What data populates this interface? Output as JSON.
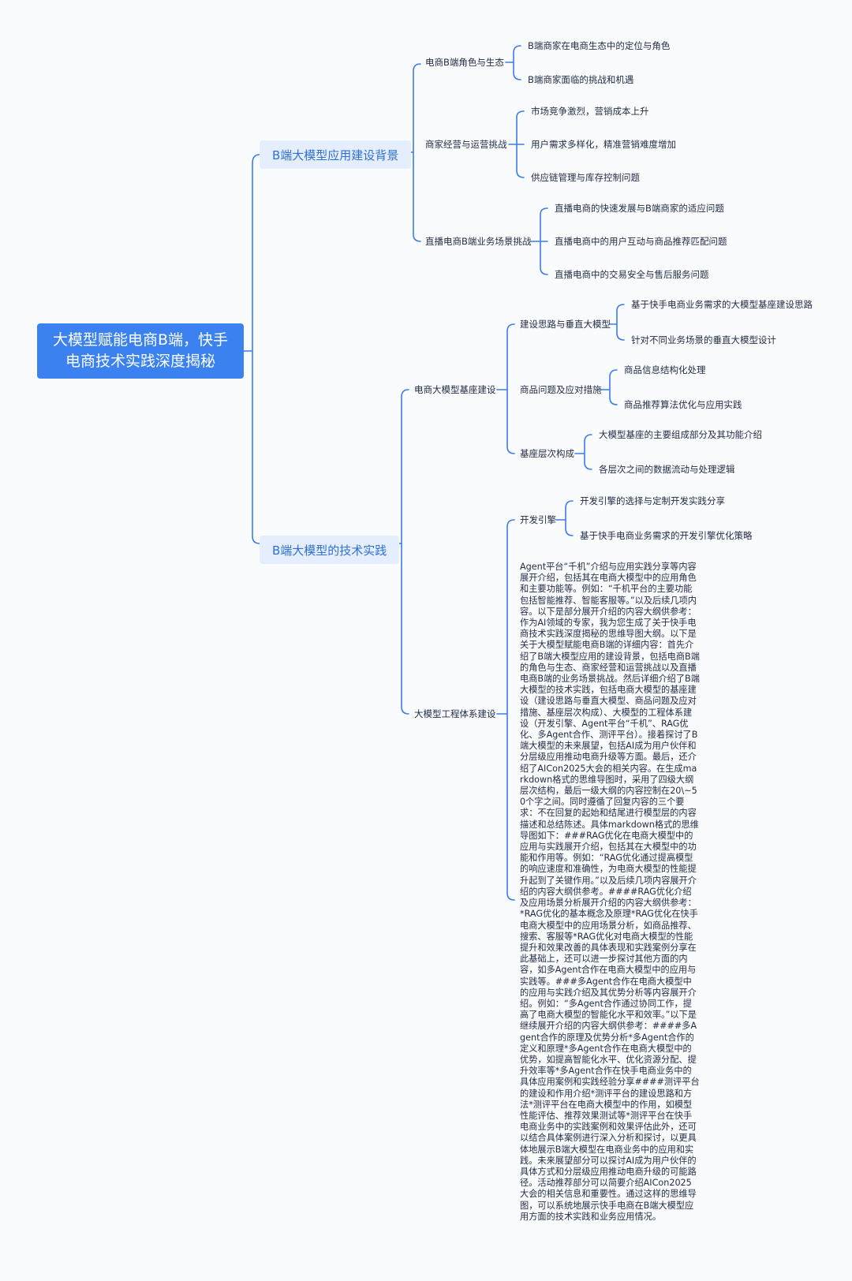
{
  "root": {
    "title": "大模型赋能电商B端，快手电商技术实践深度揭秘"
  },
  "branches": [
    {
      "label": "B端大模型应用建设背景",
      "children": [
        {
          "label": "电商B端角色与生态",
          "children": [
            "B端商家在电商生态中的定位与角色",
            "B端商家面临的挑战和机遇"
          ]
        },
        {
          "label": "商家经营与运营挑战",
          "children": [
            "市场竞争激烈，营销成本上升",
            "用户需求多样化，精准营销难度增加",
            "供应链管理与库存控制问题"
          ]
        },
        {
          "label": "直播电商B端业务场景挑战",
          "children": [
            "直播电商的快速发展与B端商家的适应问题",
            "直播电商中的用户互动与商品推荐匹配问题",
            "直播电商中的交易安全与售后服务问题"
          ]
        }
      ]
    },
    {
      "label": "B端大模型的技术实践",
      "children": [
        {
          "label": "电商大模型基座建设",
          "children": [
            {
              "label": "建设思路与垂直大模型",
              "children": [
                "基于快手电商业务需求的大模型基座建设思路",
                "针对不同业务场景的垂直大模型设计"
              ]
            },
            {
              "label": "商品问题及应对措施",
              "children": [
                "商品信息结构化处理",
                "商品推荐算法优化与应用实践"
              ]
            },
            {
              "label": "基座层次构成",
              "children": [
                "大模型基座的主要组成部分及其功能介绍",
                "各层次之间的数据流动与处理逻辑"
              ]
            }
          ]
        },
        {
          "label": "大模型工程体系建设",
          "children": [
            {
              "label": "开发引擎",
              "children": [
                "开发引擎的选择与定制开发实践分享",
                "基于快手电商业务需求的开发引擎优化策略"
              ]
            },
            {
              "text": "Agent平台“千机”介绍与应用实践分享等内容展开介绍，包括其在电商大模型中的应用角色和主要功能等。例如：“千机平台的主要功能包括智能推荐、智能客服等。”以及后续几项内容。以下是部分展开介绍的内容大纲供参考：作为AI领域的专家，我为您生成了关于快手电商技术实践深度揭秘的思维导图大纲。以下是关于大模型赋能电商B端的详细内容：首先介绍了B端大模型应用的建设背景，包括电商B端的角色与生态、商家经营和运营挑战以及直播电商B端的业务场景挑战。然后详细介绍了B端大模型的技术实践，包括电商大模型的基座建设（建设思路与垂直大模型、商品问题及应对措施、基座层次构成）、大模型的工程体系建设（开发引擎、Agent平台“千机”、RAG优化、多Agent合作、测评平台）。接着探讨了B端大模型的未来展望，包括AI成为用户伙伴和分层级应用推动电商升级等方面。最后，还介绍了AICon2025大会的相关内容。在生成markdown格式的思维导图时，采用了四级大纲层次结构，最后一级大纲的内容控制在20\\~50个字之间。同时遵循了回复内容的三个要求：不在回复的起始和结尾进行模型层的内容描述和总结陈述。具体markdown格式的思维导图如下：###RAG优化在电商大模型中的应用与实践展开介绍，包括其在大模型中的功能和作用等。例如：“RAG优化通过提高模型的响应速度和准确性，为电商大模型的性能提升起到了关键作用。”以及后续几项内容展开介绍的内容大纲供参考。####RAG优化介绍及应用场景分析展开介绍的内容大纲供参考：*RAG优化的基本概念及原理*RAG优化在快手电商大模型中的应用场景分析，如商品推荐、搜索、客服等*RAG优化对电商大模型的性能提升和效果改善的具体表现和实践案例分享在此基础上，还可以进一步探讨其他方面的内容，如多Agent合作在电商大模型中的应用与实践等。###多Agent合作在电商大模型中的应用与实践介绍及其优势分析等内容展开介绍。例如：“多Agent合作通过协同工作，提高了电商大模型的智能化水平和效率。”以下是继续展开介绍的内容大纲供参考：####多Agent合作的原理及优势分析*多Agent合作的定义和原理*多Agent合作在电商大模型中的优势，如提高智能化水平、优化资源分配、提升效率等*多Agent合作在快手电商业务中的具体应用案例和实践经验分享####测评平台的建设和作用介绍*测评平台的建设思路和方法*测评平台在电商大模型中的作用，如模型性能评估、推荐效果测试等*测评平台在快手电商业务中的实践案例和效果评估此外，还可以结合具体案例进行深入分析和探讨，以更具体地展示B端大模型在电商业务中的应用和实践。未来展望部分可以探讨AI成为用户伙伴的具体方式和分层级应用推动电商升级的可能路径。活动推荐部分可以简要介绍AICon2025大会的相关信息和重要性。通过这样的思维导图，可以系统地展示快手电商在B端大模型应用方面的技术实践和业务应用情况。"
            }
          ]
        }
      ]
    }
  ],
  "colors": {
    "line": "#3b7de6",
    "root_bg": "#3b82f0",
    "branch_bg": "#e4eefc",
    "branch_text": "#2f6fd8"
  }
}
